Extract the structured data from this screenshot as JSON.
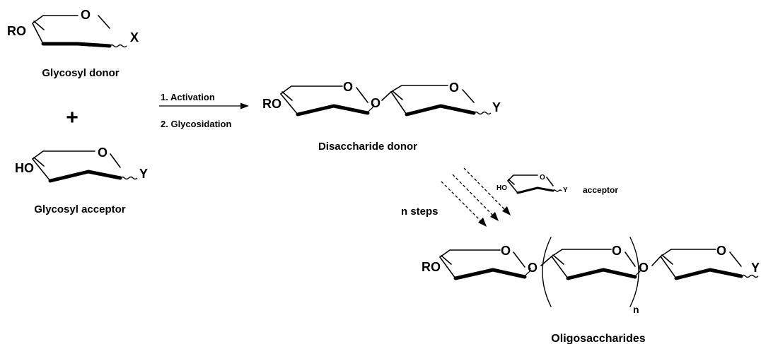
{
  "reaction": {
    "donor": {
      "substituent": "RO",
      "ring_oxygen": "O",
      "leaving_group": "X",
      "caption": "Glycosyl donor"
    },
    "plus_sign": "+",
    "acceptor": {
      "hydroxyl": "HO",
      "ring_oxygen": "O",
      "aglycone": "Y",
      "caption": "Glycosyl acceptor"
    },
    "conditions": {
      "step1": "1. Activation",
      "step2": "2. Glycosidation"
    },
    "disaccharide": {
      "substituent": "RO",
      "ring_oxygen_1": "O",
      "linkage_oxygen": "O",
      "ring_oxygen_2": "O",
      "aglycone": "Y",
      "caption": "Disaccharide donor"
    },
    "iteration": {
      "label": "n steps",
      "acceptor_hydroxyl": "HO",
      "acceptor_ring_oxygen": "O",
      "acceptor_aglycone": "Y",
      "acceptor_label": "acceptor"
    },
    "oligosaccharide": {
      "substituent": "RO",
      "ring_oxygen_1": "O",
      "linkage_oxygen_1": "O",
      "ring_oxygen_2": "O",
      "linkage_oxygen_2": "O",
      "ring_oxygen_3": "O",
      "aglycone": "Y",
      "repeat_subscript": "n",
      "caption": "Oligosaccharides"
    }
  }
}
